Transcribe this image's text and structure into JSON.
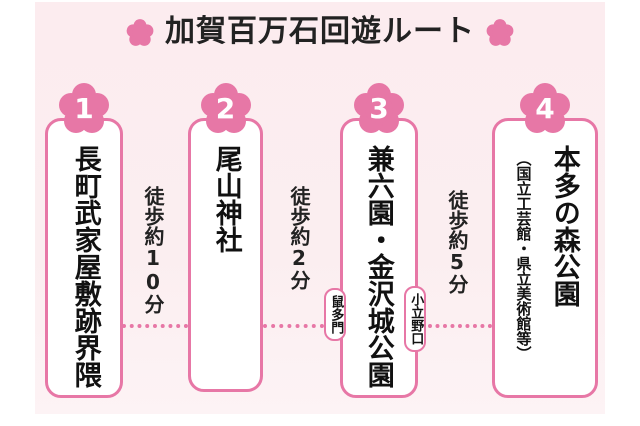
{
  "title": "加賀百万石回遊ルート",
  "accent": "#e777a6",
  "stops": [
    {
      "number": "1",
      "name": "長町武家屋敷跡界隈"
    },
    {
      "number": "2",
      "name": "尾山神社"
    },
    {
      "number": "3",
      "name": "兼六園・金沢城公園",
      "gates": [
        "鼠多門",
        "小立野口"
      ]
    },
    {
      "number": "4",
      "name": "本多の森公園",
      "sub": "（国立工芸館・県立美術館等）"
    }
  ],
  "walks": [
    "徒歩約10分",
    "徒歩約2分",
    "徒歩約5分"
  ]
}
